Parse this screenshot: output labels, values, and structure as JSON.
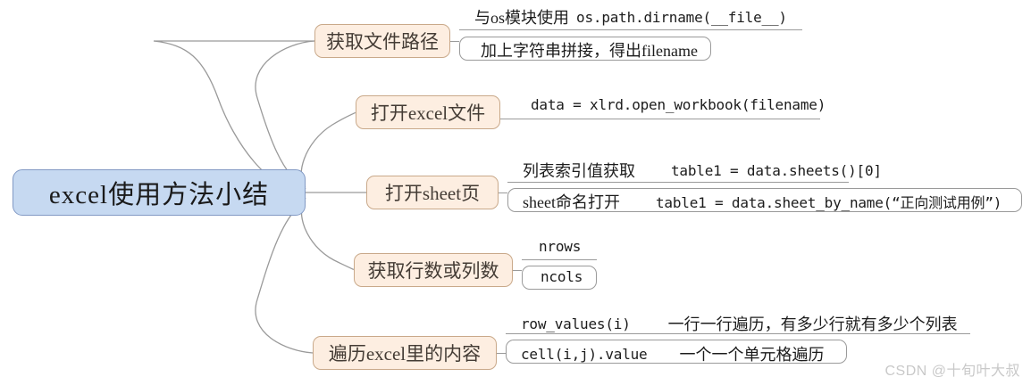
{
  "diagram": {
    "type": "mindmap",
    "title": "excel使用方法小结",
    "root": {
      "label": "excel使用方法小结",
      "fill_color": "#c6d9f1",
      "border_color": "#8199c4"
    },
    "branch_style": {
      "fill_color": "#fdeee1",
      "border_color": "#c9a98a",
      "text_color": "#443c35"
    },
    "line_color": "#9a9a9a",
    "branches": [
      {
        "label": "获取文件路径",
        "leaves": [
          {
            "left": "与os模块使用",
            "right": "os.path.dirname(__file__)",
            "style": "underline"
          },
          {
            "left": "加上字符串拼接，得出filename",
            "right": "",
            "style": "box"
          }
        ]
      },
      {
        "label": "打开excel文件",
        "leaves": [
          {
            "left": "",
            "right": "data = xlrd.open_workbook(filename)",
            "style": "underline"
          }
        ]
      },
      {
        "label": "打开sheet页",
        "leaves": [
          {
            "left": "列表索引值获取",
            "right": "table1 = data.sheets()[0]",
            "style": "underline"
          },
          {
            "left": "sheet命名打开",
            "right": "table1 = data.sheet_by_name(“正向测试用例”)",
            "style": "box"
          }
        ]
      },
      {
        "label": "获取行数或列数",
        "leaves": [
          {
            "left": "",
            "right": "nrows",
            "style": "underline"
          },
          {
            "left": "",
            "right": "ncols",
            "style": "box"
          }
        ]
      },
      {
        "label": "遍历excel里的内容",
        "leaves": [
          {
            "left": "row_values(i)",
            "right": "一行一行遍历，有多少行就有多少个列表",
            "style": "underline"
          },
          {
            "left": "cell(i,j).value",
            "right": "一个一个单元格遍历",
            "style": "box"
          }
        ]
      }
    ]
  },
  "watermark": {
    "text": "CSDN @十旬叶大叔"
  }
}
